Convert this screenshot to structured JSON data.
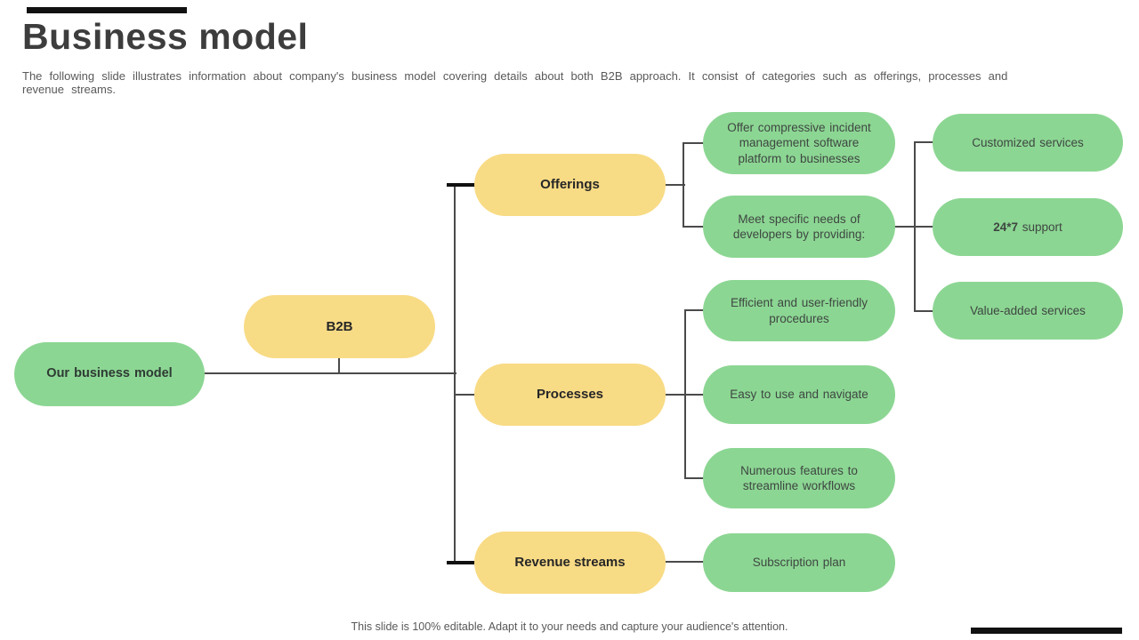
{
  "slide": {
    "title": "Business model",
    "subtitle": "The following slide illustrates information about company's business model covering details about both B2B approach. It consist of categories such as offerings, processes and revenue streams.",
    "footer": "This slide is 100% editable. Adapt it to your needs and capture your audience's attention."
  },
  "diagram": {
    "nodes": {
      "root": "Our business model",
      "b2b": "B2B",
      "offerings": "Offerings",
      "processes": "Processes",
      "revenue_streams": "Revenue streams",
      "offer_platform": "Offer compressive incident management software platform to businesses",
      "meet_needs": "Meet specific needs of developers by providing:",
      "customized_services": "Customized services",
      "support_bold": "24*7",
      "support_rest": " support",
      "value_added": "Value-added services",
      "efficient": "Efficient and user-friendly procedures",
      "easy_navigate": "Easy to use and navigate",
      "numerous_features": "Numerous features to streamline workflows",
      "subscription_plan": "Subscription plan"
    }
  },
  "colors": {
    "category_fill": "#F8DB85",
    "item_fill": "#8CD693",
    "connector": "#4a4a4a",
    "accent_bar": "#111111"
  }
}
